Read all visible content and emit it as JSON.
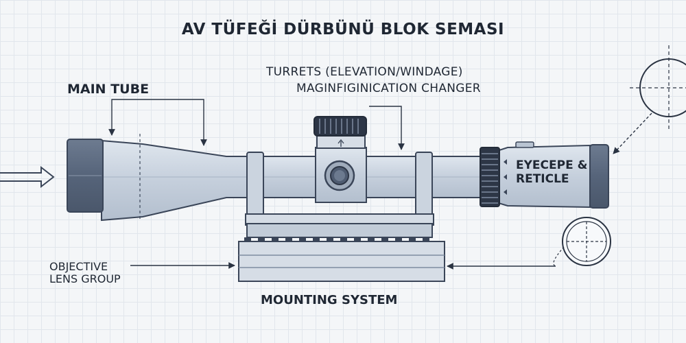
{
  "title": "AV TÜFEĞİ DÜRBÜNÜ BLOK SEMASI",
  "labels": {
    "main_tube": "MAIN TUBE",
    "turrets": "TURRETS (ELEVATION/WINDAGE)",
    "magnification": "MAGINFIGINICATION CHANGER",
    "eyepiece": "EYECEPE &\nRETICLE",
    "objective": "OBJECTIVE\nLENS GROUP",
    "mounting": "MOUNTING SYSTEM"
  },
  "colors": {
    "body_fill": "#c9d3df",
    "body_dark": "#5d6b80",
    "outline": "#3a4558",
    "grid": "#e1e6ec"
  }
}
